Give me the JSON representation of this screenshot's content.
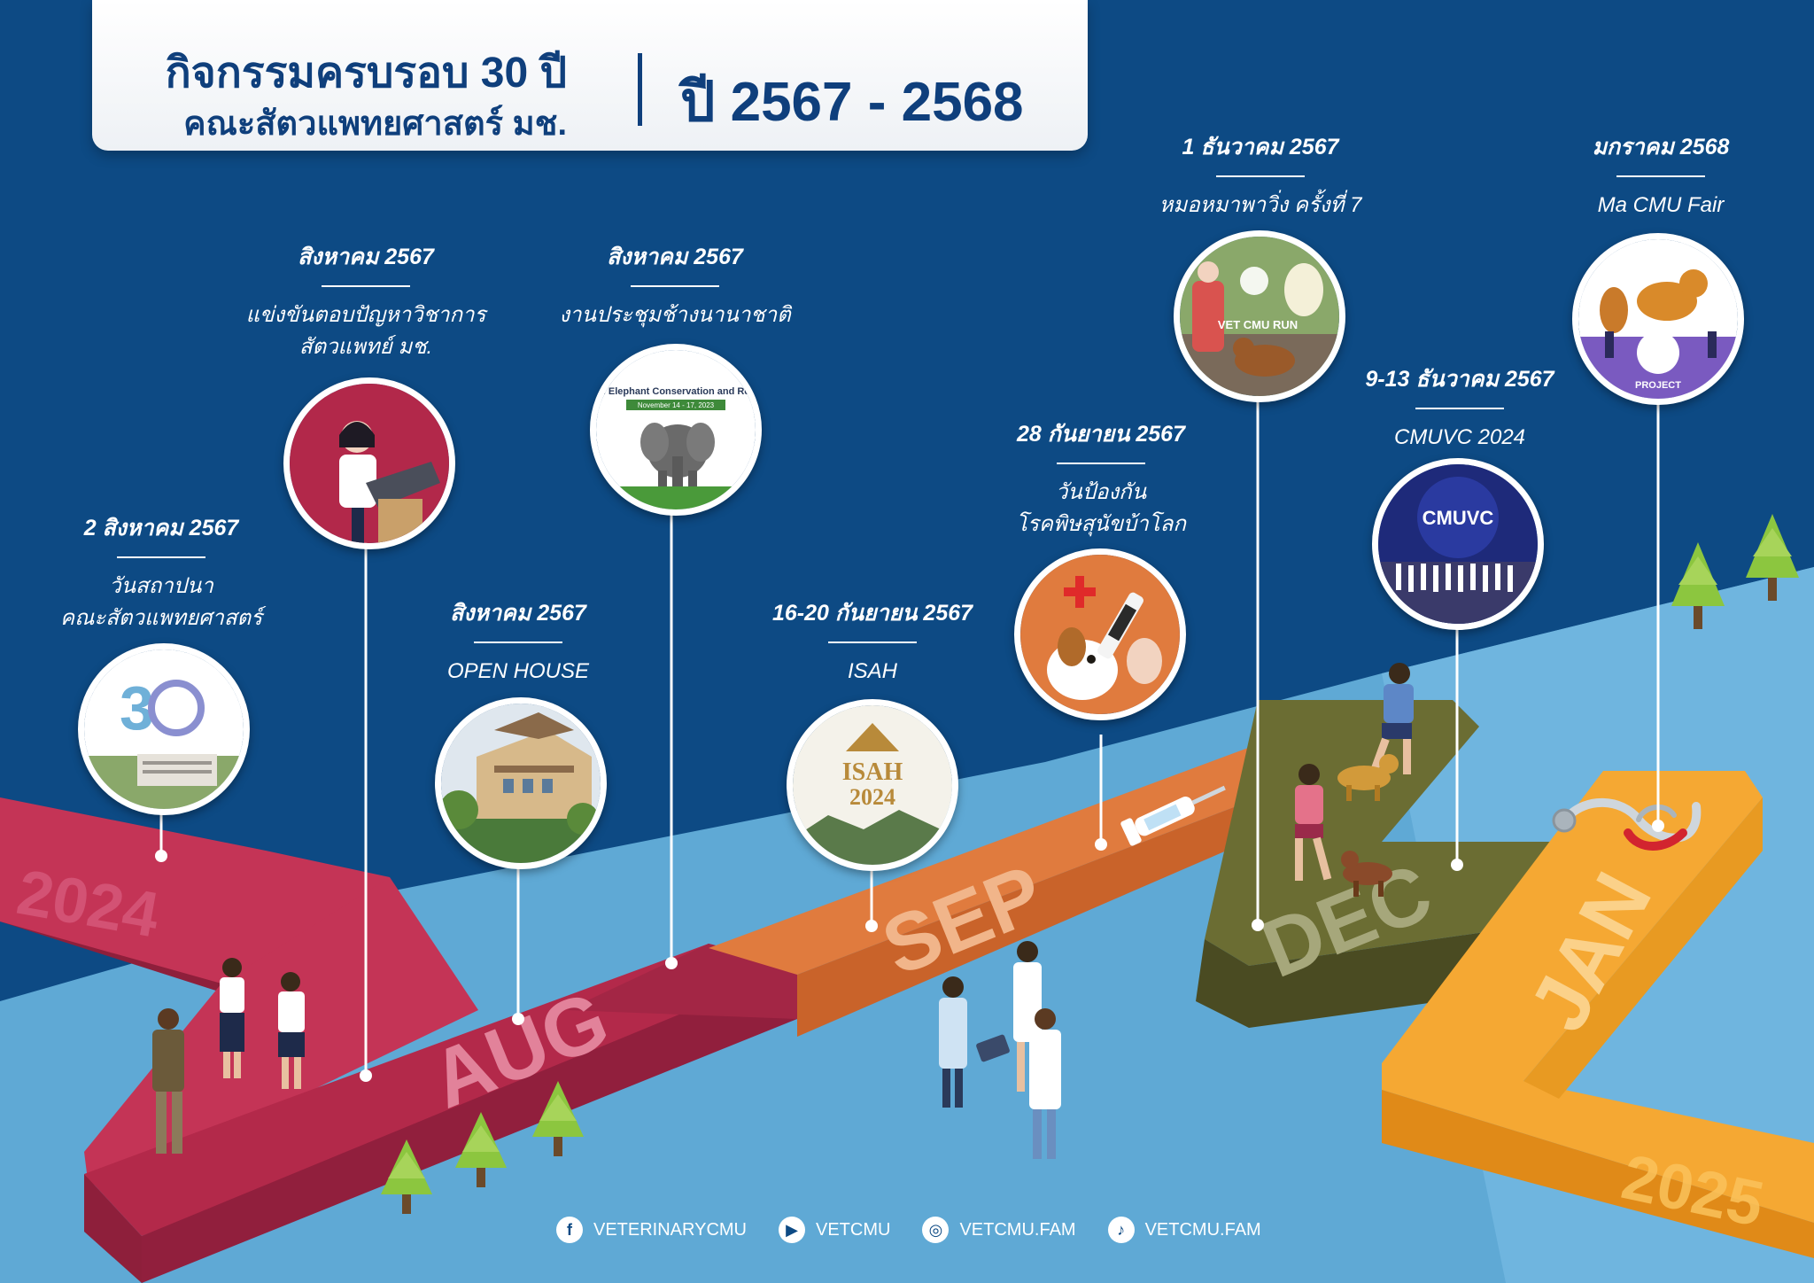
{
  "header": {
    "title_line1": "กิจกรรมครบรอบ 30 ปี",
    "title_line2": "คณะสัตวแพทยศาสตร์ มช.",
    "years": "ปี 2567 - 2568"
  },
  "months": {
    "aug": "AUG",
    "sep": "SEP",
    "dec": "DEC",
    "jan": "JAN"
  },
  "year_marks": {
    "start": "2024",
    "end": "2025"
  },
  "events": [
    {
      "date": "2 สิงหาคม 2567",
      "name_line1": "วันสถาปนา",
      "name_line2": "คณะสัตวแพทยศาสตร์",
      "photo_icon": "anniversary-30-logo-icon"
    },
    {
      "date": "สิงหาคม 2567",
      "name_line1": "แข่งขันตอบปัญหาวิชาการ",
      "name_line2": "สัตวแพทย์ มช.",
      "photo_icon": "student-podium-icon"
    },
    {
      "date": "สิงหาคม 2567",
      "name_line1": "OPEN HOUSE",
      "name_line2": "",
      "photo_icon": "faculty-building-icon"
    },
    {
      "date": "สิงหาคม 2567",
      "name_line1": "งานประชุมช้างนานาชาติ",
      "name_line2": "",
      "photo_icon": "elephant-conference-icon",
      "photo_text": "onal Elephant Conservation and Resea",
      "photo_subtext": "November 14 - 17, 2023"
    },
    {
      "date": "16-20 กันยายน 2567",
      "name_line1": "ISAH",
      "name_line2": "",
      "photo_icon": "isah-logo-icon",
      "photo_text": "ISAH",
      "photo_subtext": "2024"
    },
    {
      "date": "28 กันยายน 2567",
      "name_line1": "วันป้องกัน",
      "name_line2": "โรคพิษสุนัขบ้าโลก",
      "photo_icon": "dog-vaccine-icon"
    },
    {
      "date": "1 ธันวาคม 2567",
      "name_line1": "หมอหมาพาวิ่ง ครั้งที่ 7",
      "name_line2": "",
      "photo_icon": "vet-run-icon",
      "photo_text": "VET CMU RUN"
    },
    {
      "date": "9-13 ธันวาคม 2567",
      "name_line1": "CMUVC 2024",
      "name_line2": "",
      "photo_icon": "cmuvc-stage-icon",
      "photo_text": "CMUVC"
    },
    {
      "date": "มกราคม 2568",
      "name_line1": "Ma CMU Fair",
      "name_line2": "",
      "photo_icon": "dog-fair-icon",
      "photo_text": "PROJECT"
    }
  ],
  "social": [
    {
      "label": "VETERINARYCMU",
      "icon": "facebook-icon",
      "glyph": "f"
    },
    {
      "label": "VETCMU",
      "icon": "youtube-icon",
      "glyph": "▶"
    },
    {
      "label": "VETCMU.FAM",
      "icon": "instagram-icon",
      "glyph": "◎"
    },
    {
      "label": "VETCMU.FAM",
      "icon": "tiktok-icon",
      "glyph": "♪"
    }
  ],
  "colors": {
    "background": "#0d4a84",
    "ground": "#5fa9d5",
    "aug_path": "#b3294a",
    "sep_path": "#e07b3e",
    "dec_path": "#5b5d2b",
    "jan_path": "#f5a833",
    "title": "#0f3f7c"
  }
}
